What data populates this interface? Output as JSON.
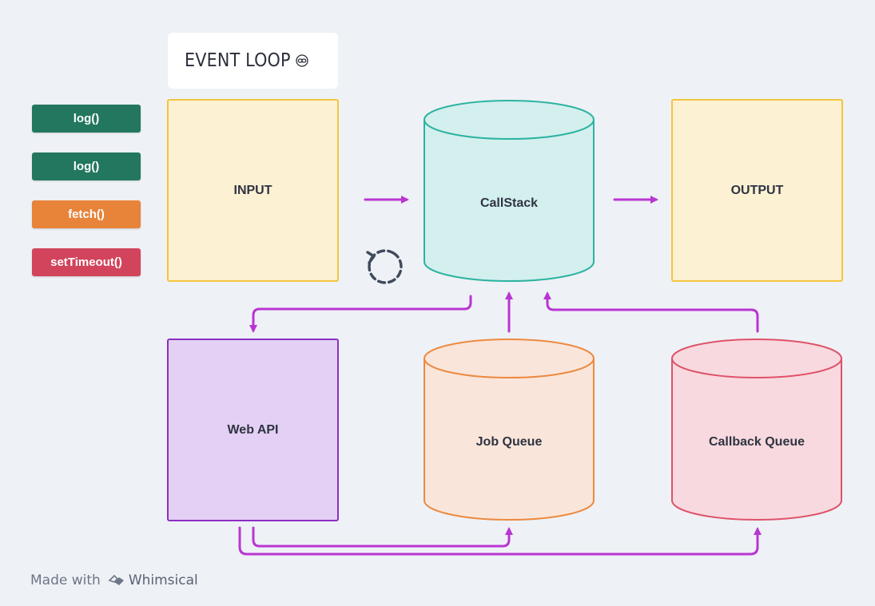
{
  "title": {
    "text": "EVENT LOOP",
    "icon": "link-icon"
  },
  "functions": [
    {
      "label": "log()",
      "color": "#22775e"
    },
    {
      "label": "log()",
      "color": "#22775e"
    },
    {
      "label": "fetch()",
      "color": "#e8833a"
    },
    {
      "label": "setTimeout()",
      "color": "#d2445b"
    }
  ],
  "nodes": {
    "input": {
      "label": "INPUT",
      "fill": "#fdf1d4",
      "stroke": "#f3c53d"
    },
    "output": {
      "label": "OUTPUT",
      "fill": "#fdf1d4",
      "stroke": "#f3c53d"
    },
    "web_api": {
      "label": "Web API",
      "fill": "#e3d0f4",
      "stroke": "#8a2fc4"
    },
    "call_stack": {
      "label": "CallStack",
      "fill": "#d3efee",
      "stroke": "#2bb3a1"
    },
    "job_queue": {
      "label": "Job Queue",
      "fill": "#fae5da",
      "stroke": "#ec8a40"
    },
    "callback_queue": {
      "label": "Callback Queue",
      "fill": "#f8d9df",
      "stroke": "#de5269"
    }
  },
  "colors": {
    "arrow": "#b935d2",
    "loop_icon": "#3f4a5c"
  },
  "loop_icon": "refresh-icon",
  "footer": {
    "made_with": "Made with",
    "brand": "Whimsical",
    "logo": "whimsical-logo-icon"
  }
}
